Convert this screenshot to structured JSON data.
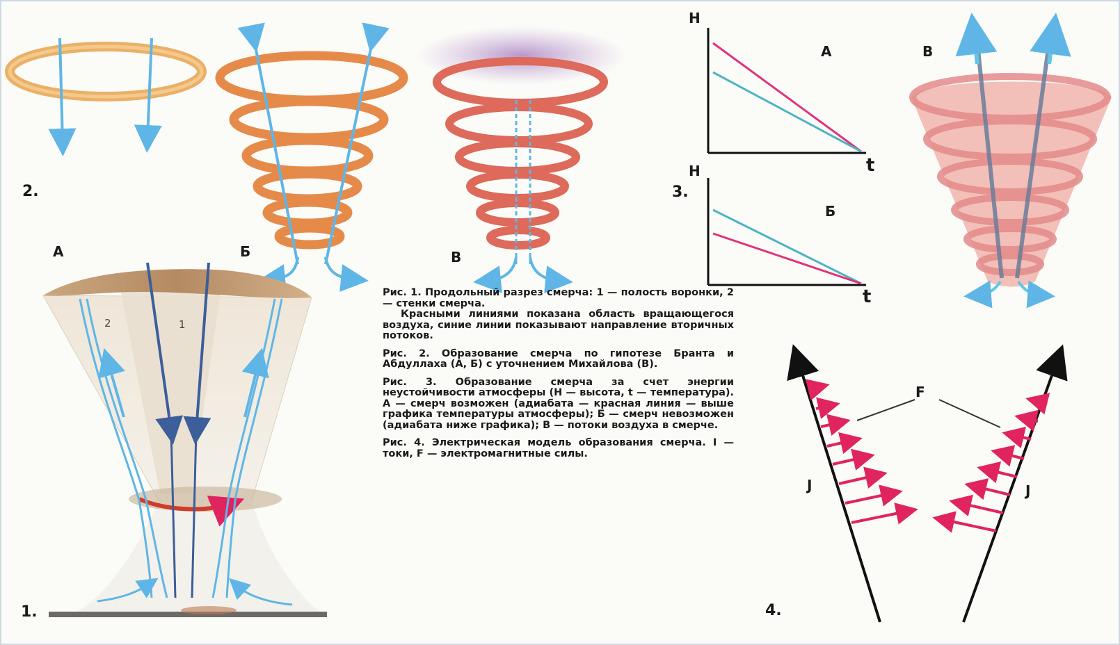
{
  "fig1": {
    "number": "1.",
    "label_a": "А",
    "label_b": "Б",
    "cavity": "1",
    "wall": "2"
  },
  "fig2": {
    "number": "2.",
    "label_v": "В"
  },
  "fig3": {
    "number": "3.",
    "panel_a": {
      "label": "А",
      "y_axis": "Н",
      "x_axis": "t"
    },
    "panel_b": {
      "label": "Б",
      "y_axis": "Н",
      "x_axis": "t"
    },
    "panel_v": {
      "label": "В"
    }
  },
  "fig4": {
    "number": "4.",
    "force_label": "F",
    "current_left": "J",
    "current_right": "J"
  },
  "captions": {
    "fig1_part1": "Рис. 1. Продольный разрез смерча: 1 — полость воронки, 2 — стенки смерча.",
    "fig1_part2": "Красными линиями показана область вращающегося воздуха, синие линии показывают направление вторичных потоков.",
    "fig2": "Рис. 2. Образование смерча по гипотезе Бранта и Абдуллаха (А, Б) с уточнением Михайлова (В).",
    "fig3": "Рис. 3. Образование смерча за счет энергии неустойчивости атмосферы (Н — высота, t — температура). А — смерч возможен (адиабата — красная линия — выше графика температуры атмосферы); Б — смерч невозможен (адиабата ниже графика); В — потоки воздуха в смерче.",
    "fig4": "Рис. 4. Электрическая модель образования смерча. I — токи, F — электромагнитные силы."
  },
  "colors": {
    "orange_ring": "#e9934a",
    "red_ring": "#dd6a62",
    "blue_flow": "#5fb6e6",
    "dark_blue": "#3c5e9a",
    "magenta_line": "#e0337a",
    "cyan_line": "#4fb3c4",
    "force_arrow": "#e0245e"
  }
}
